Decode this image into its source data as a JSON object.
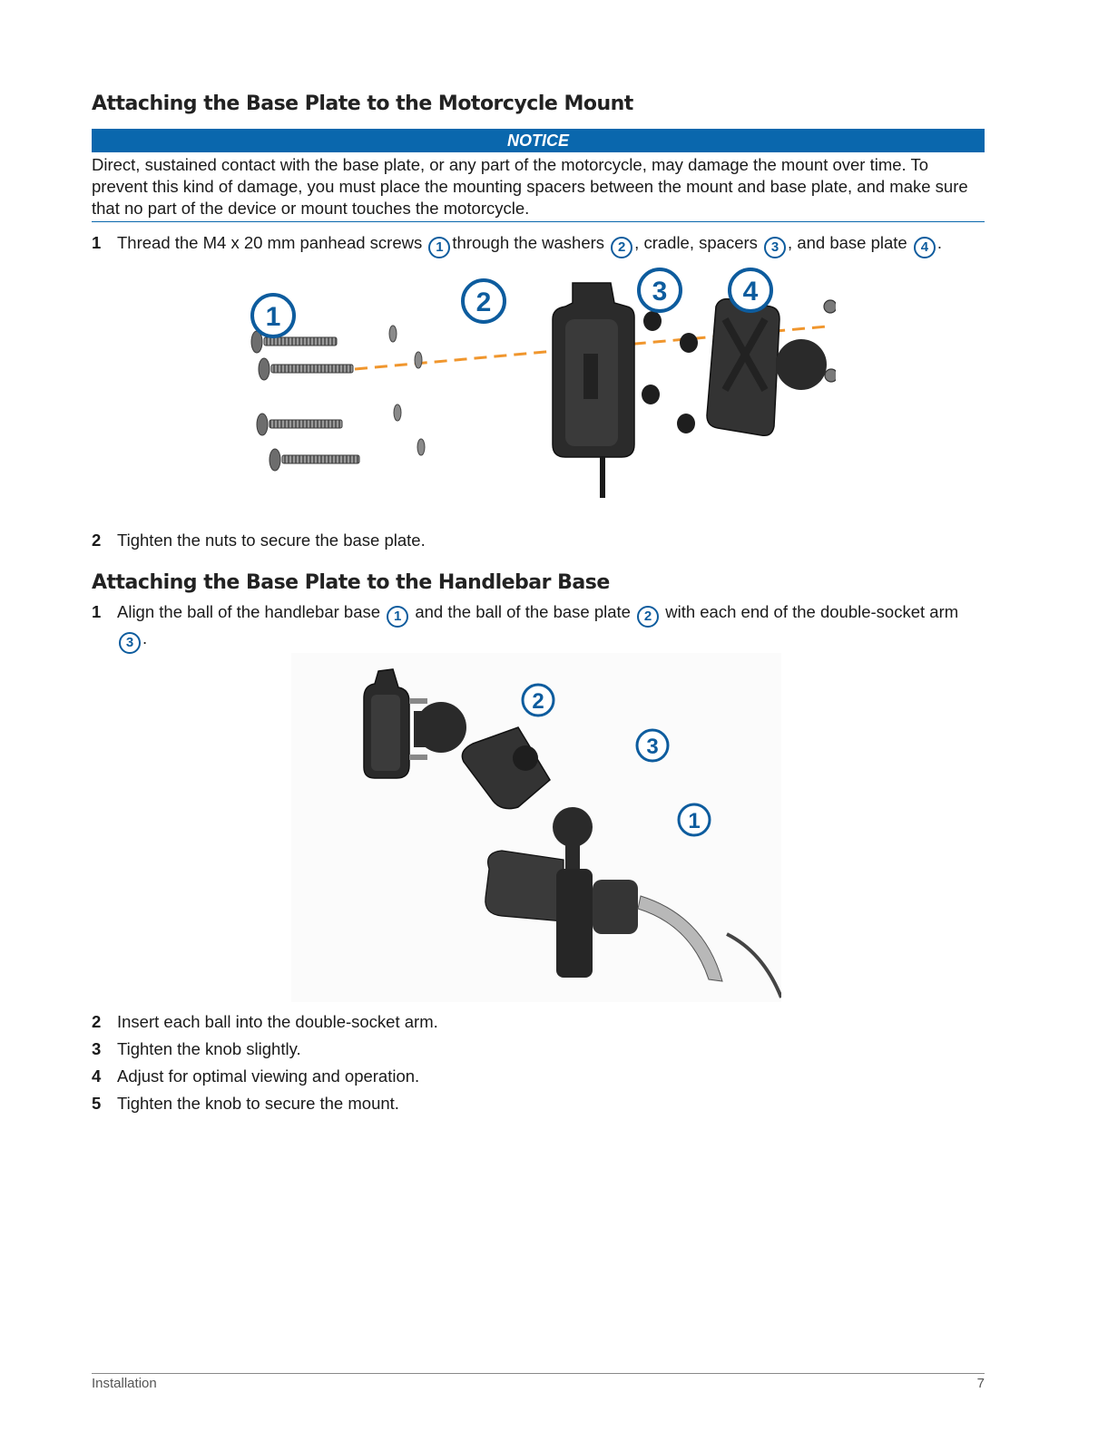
{
  "section1": {
    "heading": "Attaching the Base Plate to the Motorcycle Mount",
    "notice_label": "NOTICE",
    "notice_text": "Direct, sustained contact with the base plate, or any part of the motorcycle, may damage the mount over time. To prevent this kind of damage, you must place the mounting spacers between the mount and base plate, and make sure that no part of the device or mount touches the motorcycle.",
    "steps": [
      {
        "num": "1",
        "parts": [
          "Thread the M4 x 20 mm panhead screws",
          "1",
          "through the washers",
          "2",
          ", cradle, spacers",
          "3",
          ", and base plate",
          "4",
          "."
        ]
      },
      {
        "num": "2",
        "text": "Tighten the nuts to secure the base plate."
      }
    ],
    "figure_callouts": [
      "1",
      "2",
      "3",
      "4"
    ]
  },
  "section2": {
    "heading": "Attaching the Base Plate to the Handlebar Base",
    "step1": {
      "num": "1",
      "parts": [
        "Align the ball of the handlebar base",
        "1",
        "and the ball of the base plate",
        "2",
        "with each end of the double-socket arm",
        "3",
        "."
      ]
    },
    "figure_callouts": [
      "2",
      "3",
      "1"
    ],
    "steps": [
      {
        "num": "2",
        "text": "Insert each ball into the double-socket arm."
      },
      {
        "num": "3",
        "text": "Tighten the knob slightly."
      },
      {
        "num": "4",
        "text": "Adjust for optimal viewing and operation."
      },
      {
        "num": "5",
        "text": "Tighten the knob to secure the mount."
      }
    ]
  },
  "footer": {
    "section": "Installation",
    "page": "7"
  },
  "colors": {
    "accent": "#0a67ad",
    "callout": "#0d5c9e",
    "guide_line": "#f0962d"
  }
}
